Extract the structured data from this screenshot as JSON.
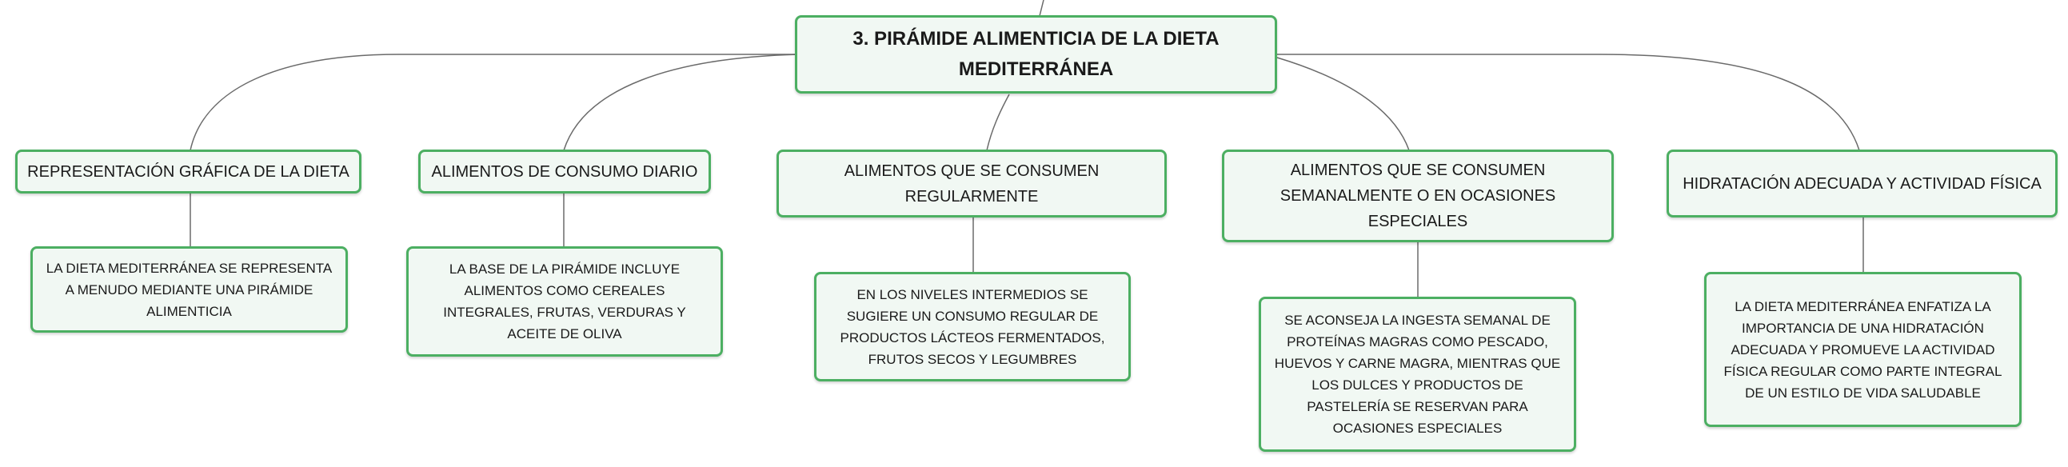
{
  "root": {
    "title": "3. PIRÁMIDE ALIMENTICIA DE LA DIETA MEDITERRÁNEA"
  },
  "topics": [
    {
      "label": "REPRESENTACIÓN GRÁFICA DE LA DIETA",
      "detail": "LA DIETA MEDITERRÁNEA SE REPRESENTA A MENUDO MEDIANTE UNA PIRÁMIDE ALIMENTICIA"
    },
    {
      "label": "ALIMENTOS DE CONSUMO DIARIO",
      "detail": "LA BASE DE LA PIRÁMIDE INCLUYE ALIMENTOS COMO CEREALES INTEGRALES, FRUTAS, VERDURAS Y ACEITE DE OLIVA"
    },
    {
      "label": "ALIMENTOS QUE SE CONSUMEN REGULARMENTE",
      "detail": "EN LOS NIVELES INTERMEDIOS SE SUGIERE UN CONSUMO REGULAR DE PRODUCTOS LÁCTEOS FERMENTADOS, FRUTOS SECOS Y LEGUMBRES"
    },
    {
      "label": "ALIMENTOS QUE SE CONSUMEN SEMANALMENTE O EN OCASIONES ESPECIALES",
      "detail": "SE ACONSEJA LA INGESTA SEMANAL DE PROTEÍNAS MAGRAS COMO PESCADO, HUEVOS Y CARNE MAGRA, MIENTRAS QUE LOS DULCES Y PRODUCTOS DE PASTELERÍA SE RESERVAN PARA OCASIONES ESPECIALES"
    },
    {
      "label": "HIDRATACIÓN ADECUADA Y ACTIVIDAD FÍSICA",
      "detail": "LA DIETA MEDITERRÁNEA ENFATIZA LA IMPORTANCIA DE UNA HIDRATACIÓN ADECUADA Y PROMUEVE LA ACTIVIDAD FÍSICA REGULAR COMO PARTE INTEGRAL DE UN ESTILO DE VIDA SALUDABLE"
    }
  ]
}
